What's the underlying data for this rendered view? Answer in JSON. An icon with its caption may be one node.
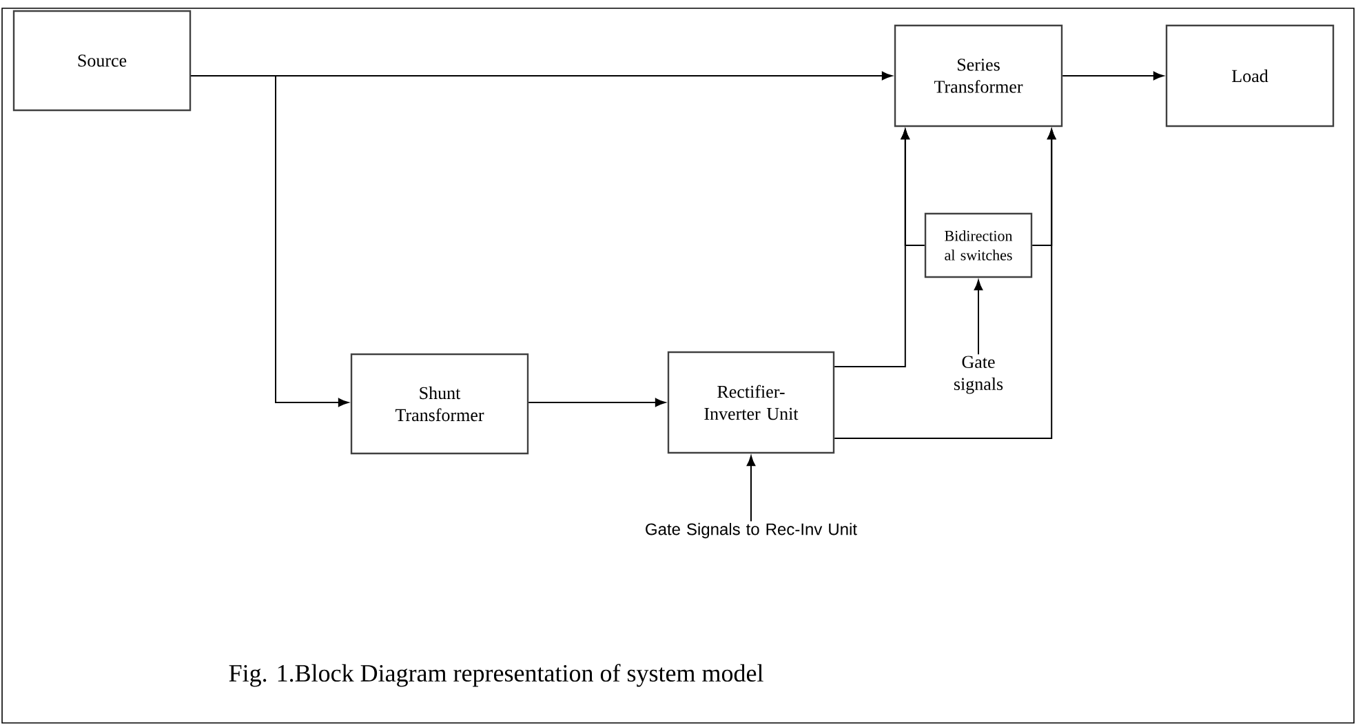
{
  "diagram": {
    "caption": "Fig. 1.Block Diagram representation of system model",
    "nodes": [
      {
        "text": [
          "Source"
        ]
      },
      {
        "text": [
          "Series Transformer"
        ]
      },
      {
        "text": [
          "Load"
        ]
      },
      {
        "text": [
          "Shunt Transformer"
        ]
      },
      {
        "text": [
          "Rectifier- Inverter Unit"
        ]
      },
      {
        "text": [
          "Bidirection al switches"
        ]
      },
      {
        "text": [
          "Gate signals"
        ]
      },
      {
        "text": [
          "Gate Signals to Rec-Inv Unit"
        ]
      }
    ],
    "edges": [
      {
        "from": 0,
        "to": 1,
        "arrow": "to"
      },
      {
        "from": 0,
        "to": 3,
        "arrow": "to"
      },
      {
        "from": 3,
        "to": 4,
        "arrow": "to"
      },
      {
        "from": 4,
        "to": 1,
        "arrow": "to"
      },
      {
        "from": 4,
        "to": 1,
        "arrow": "to"
      },
      {
        "from": 1,
        "to": 2,
        "arrow": "to"
      },
      {
        "from": 6,
        "to": 5,
        "arrow": "to"
      },
      {
        "from": 7,
        "to": 4,
        "arrow": "to"
      },
      {
        "from": 5,
        "to": 1,
        "arrow": "to"
      },
      {
        "from": 5,
        "to": 1,
        "arrow": "to"
      }
    ]
  }
}
